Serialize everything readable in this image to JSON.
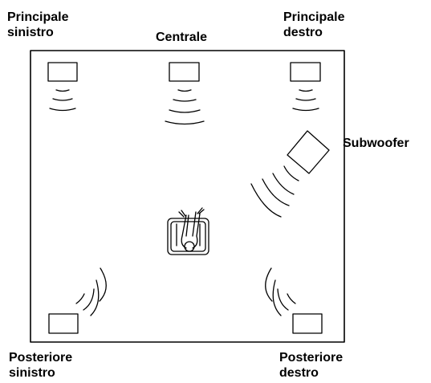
{
  "labels": {
    "front_left": {
      "line1": "Principale",
      "line2": "sinistro"
    },
    "center": {
      "line1": "Centrale"
    },
    "front_right": {
      "line1": "Principale",
      "line2": "destro"
    },
    "subwoofer": {
      "line1": "Subwoofer"
    },
    "rear_left": {
      "line1": "Posteriore",
      "line2": "sinistro"
    },
    "rear_right": {
      "line1": "Posteriore",
      "line2": "destro"
    }
  },
  "colors": {
    "line": "#000000",
    "background": "#ffffff"
  }
}
